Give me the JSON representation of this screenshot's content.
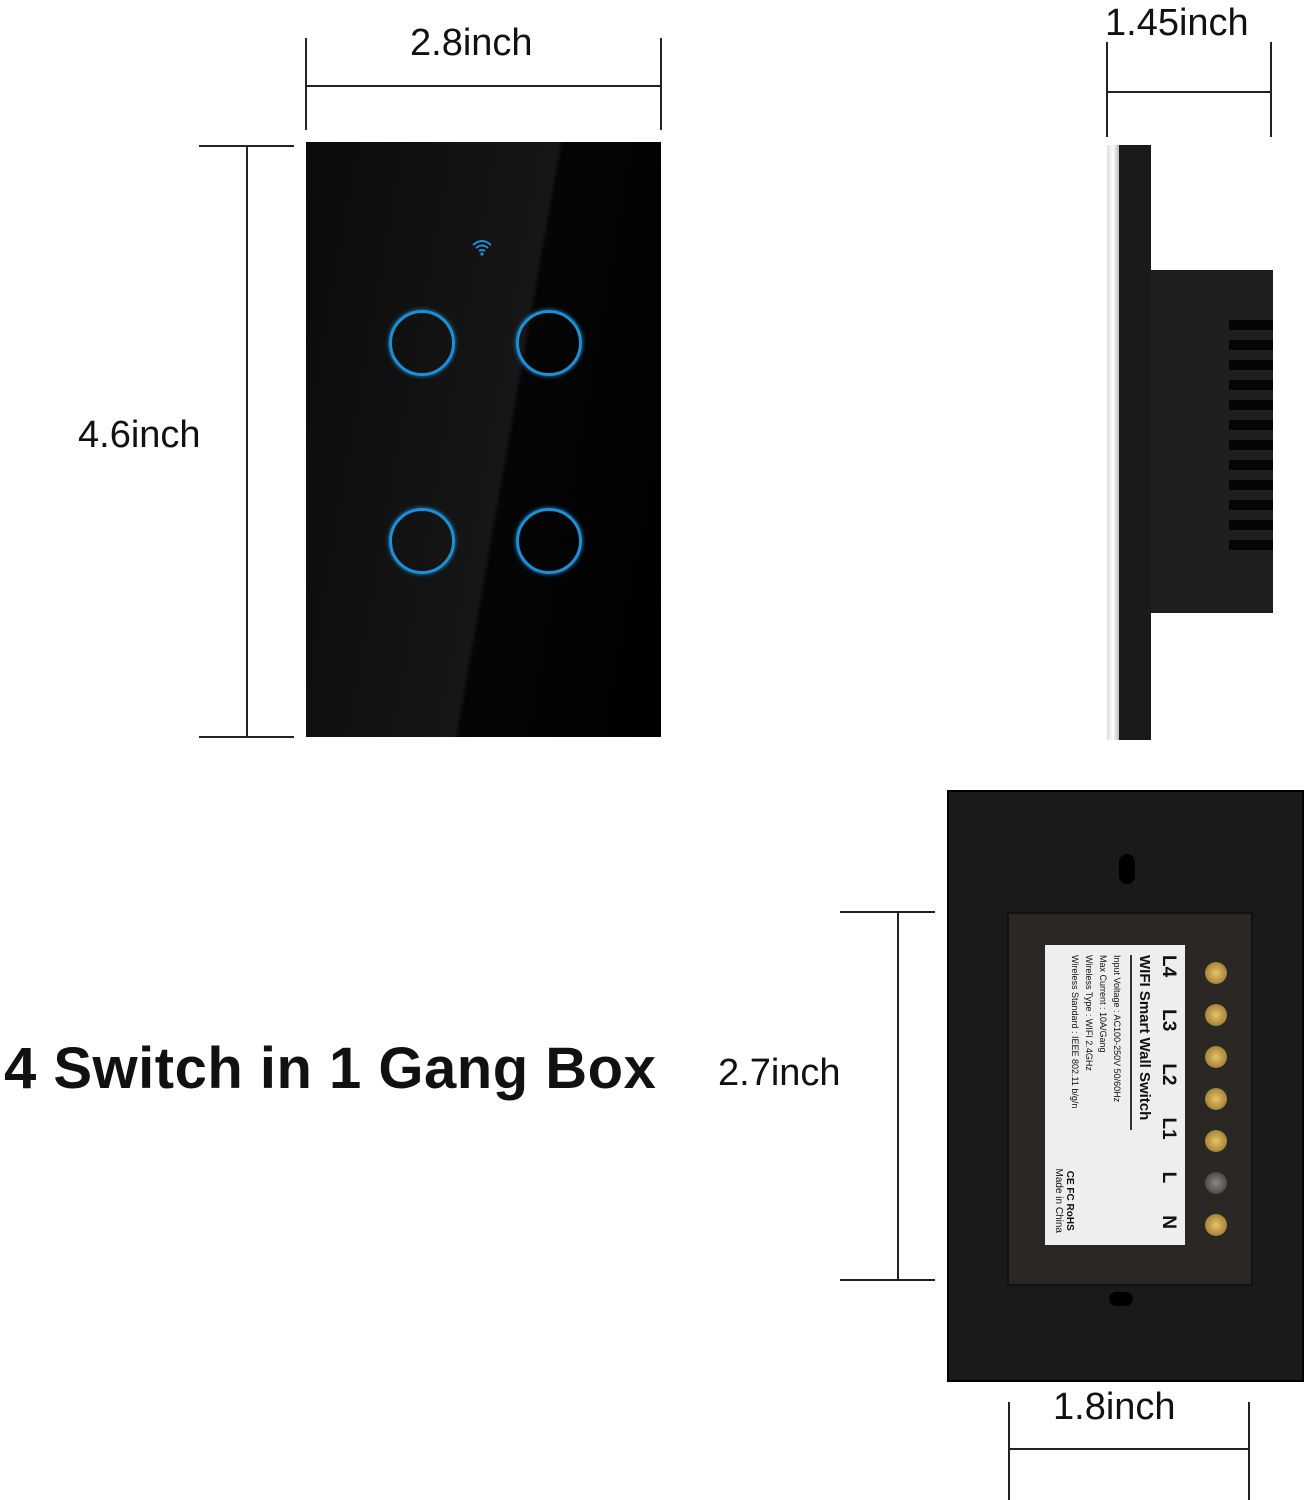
{
  "dimensions": {
    "width_front": "2.8inch",
    "height_front": "4.6inch",
    "depth_side": "1.45inch",
    "box_height": "2.7inch",
    "box_width": "1.8inch"
  },
  "headline": "4 Switch in 1 Gang Box",
  "front": {
    "button_count": 4,
    "button_color": "#1e8fd6",
    "icon": "wifi-icon"
  },
  "back_label": {
    "terminals": [
      "L4",
      "L3",
      "L2",
      "L1",
      "L",
      "N"
    ],
    "title": "WIFI Smart Wall Switch",
    "specs": [
      "Input Voltage : AC100-250V  50/60Hz",
      "Max Current : 10A/Gang",
      "Wireless Type : WIFI 2.4GHz",
      "Wireless Standard : IEEE 802.11 b/g/n"
    ],
    "certs": "CE FC RoHS",
    "origin": "Made in China"
  }
}
